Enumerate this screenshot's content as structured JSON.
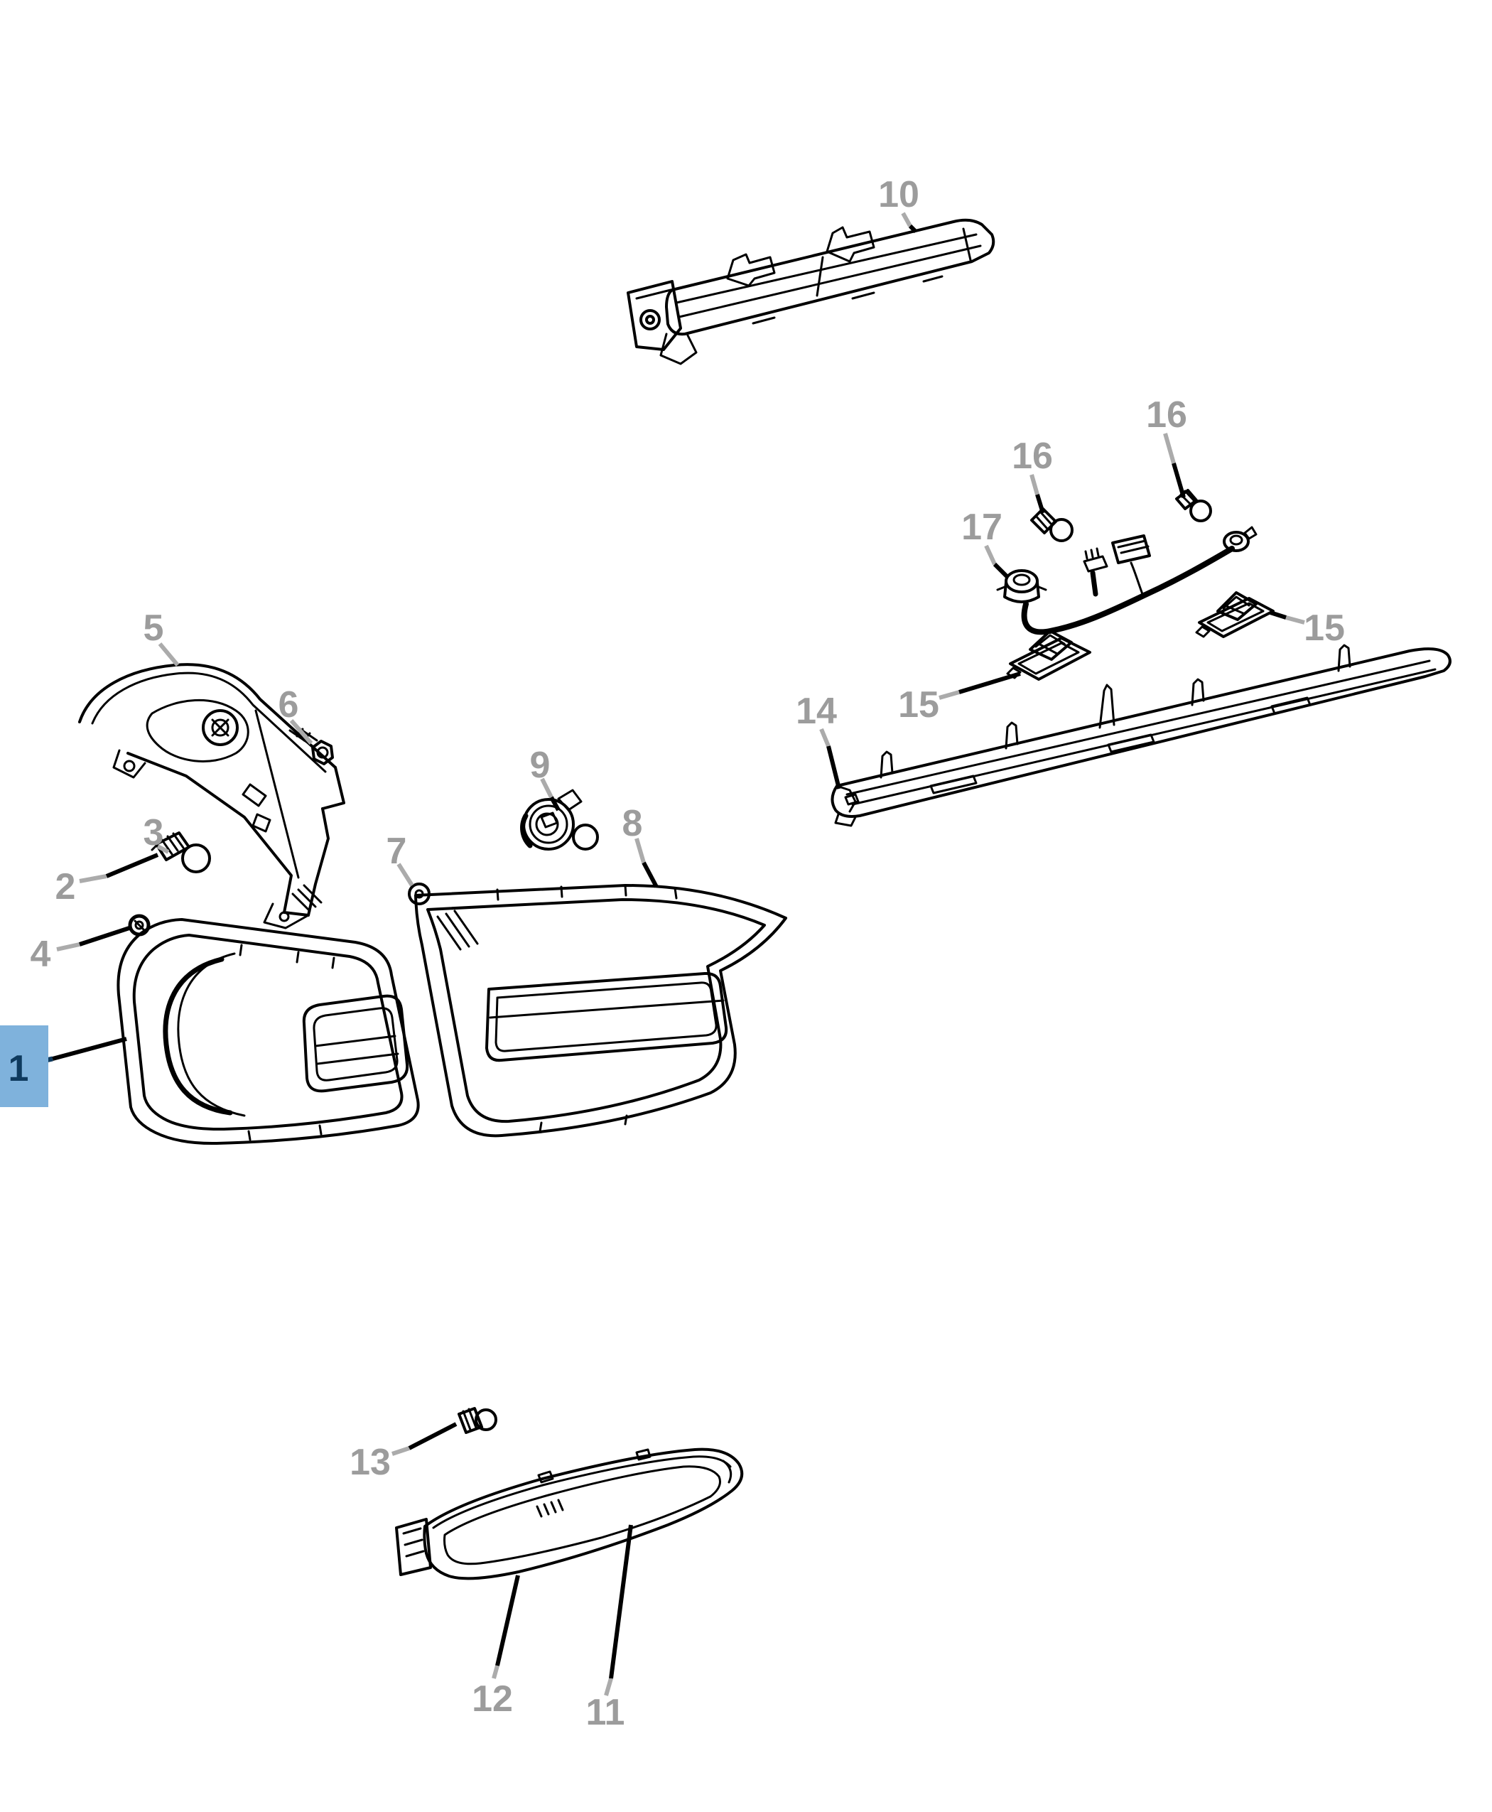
{
  "diagram": {
    "type": "exploded-parts-diagram",
    "background": "#ffffff",
    "label_color": "#9c9c9c",
    "leader_gray": "#ababab",
    "line_color": "#000000",
    "highlight": {
      "fill": "#7fb2dc",
      "text_color": "#0e3a5e",
      "selected_callout": "1"
    }
  },
  "callouts": [
    {
      "label": "1",
      "part": "outer-tail-lamp",
      "highlighted": true
    },
    {
      "label": "2",
      "part": "bulb-socket"
    },
    {
      "label": "3",
      "part": "bulb"
    },
    {
      "label": "4",
      "part": "nut"
    },
    {
      "label": "5",
      "part": "tail-lamp-bracket"
    },
    {
      "label": "6",
      "part": "screw"
    },
    {
      "label": "7",
      "part": "grommet"
    },
    {
      "label": "8",
      "part": "inner-tail-lamp"
    },
    {
      "label": "9",
      "part": "bulb-socket-round"
    },
    {
      "label": "10",
      "part": "high-mount-stop-lamp"
    },
    {
      "label": "11",
      "part": "fascia-lamp-lens"
    },
    {
      "label": "12",
      "part": "fascia-lamp-housing"
    },
    {
      "label": "13",
      "part": "fascia-lamp-bulb"
    },
    {
      "label": "14",
      "part": "license-applique-bar"
    },
    {
      "label": "15",
      "part": "license-lamp-left"
    },
    {
      "label": "15",
      "part": "license-lamp-right"
    },
    {
      "label": "16",
      "part": "bulb-left"
    },
    {
      "label": "16",
      "part": "bulb-right"
    },
    {
      "label": "17",
      "part": "harness-socket"
    }
  ]
}
